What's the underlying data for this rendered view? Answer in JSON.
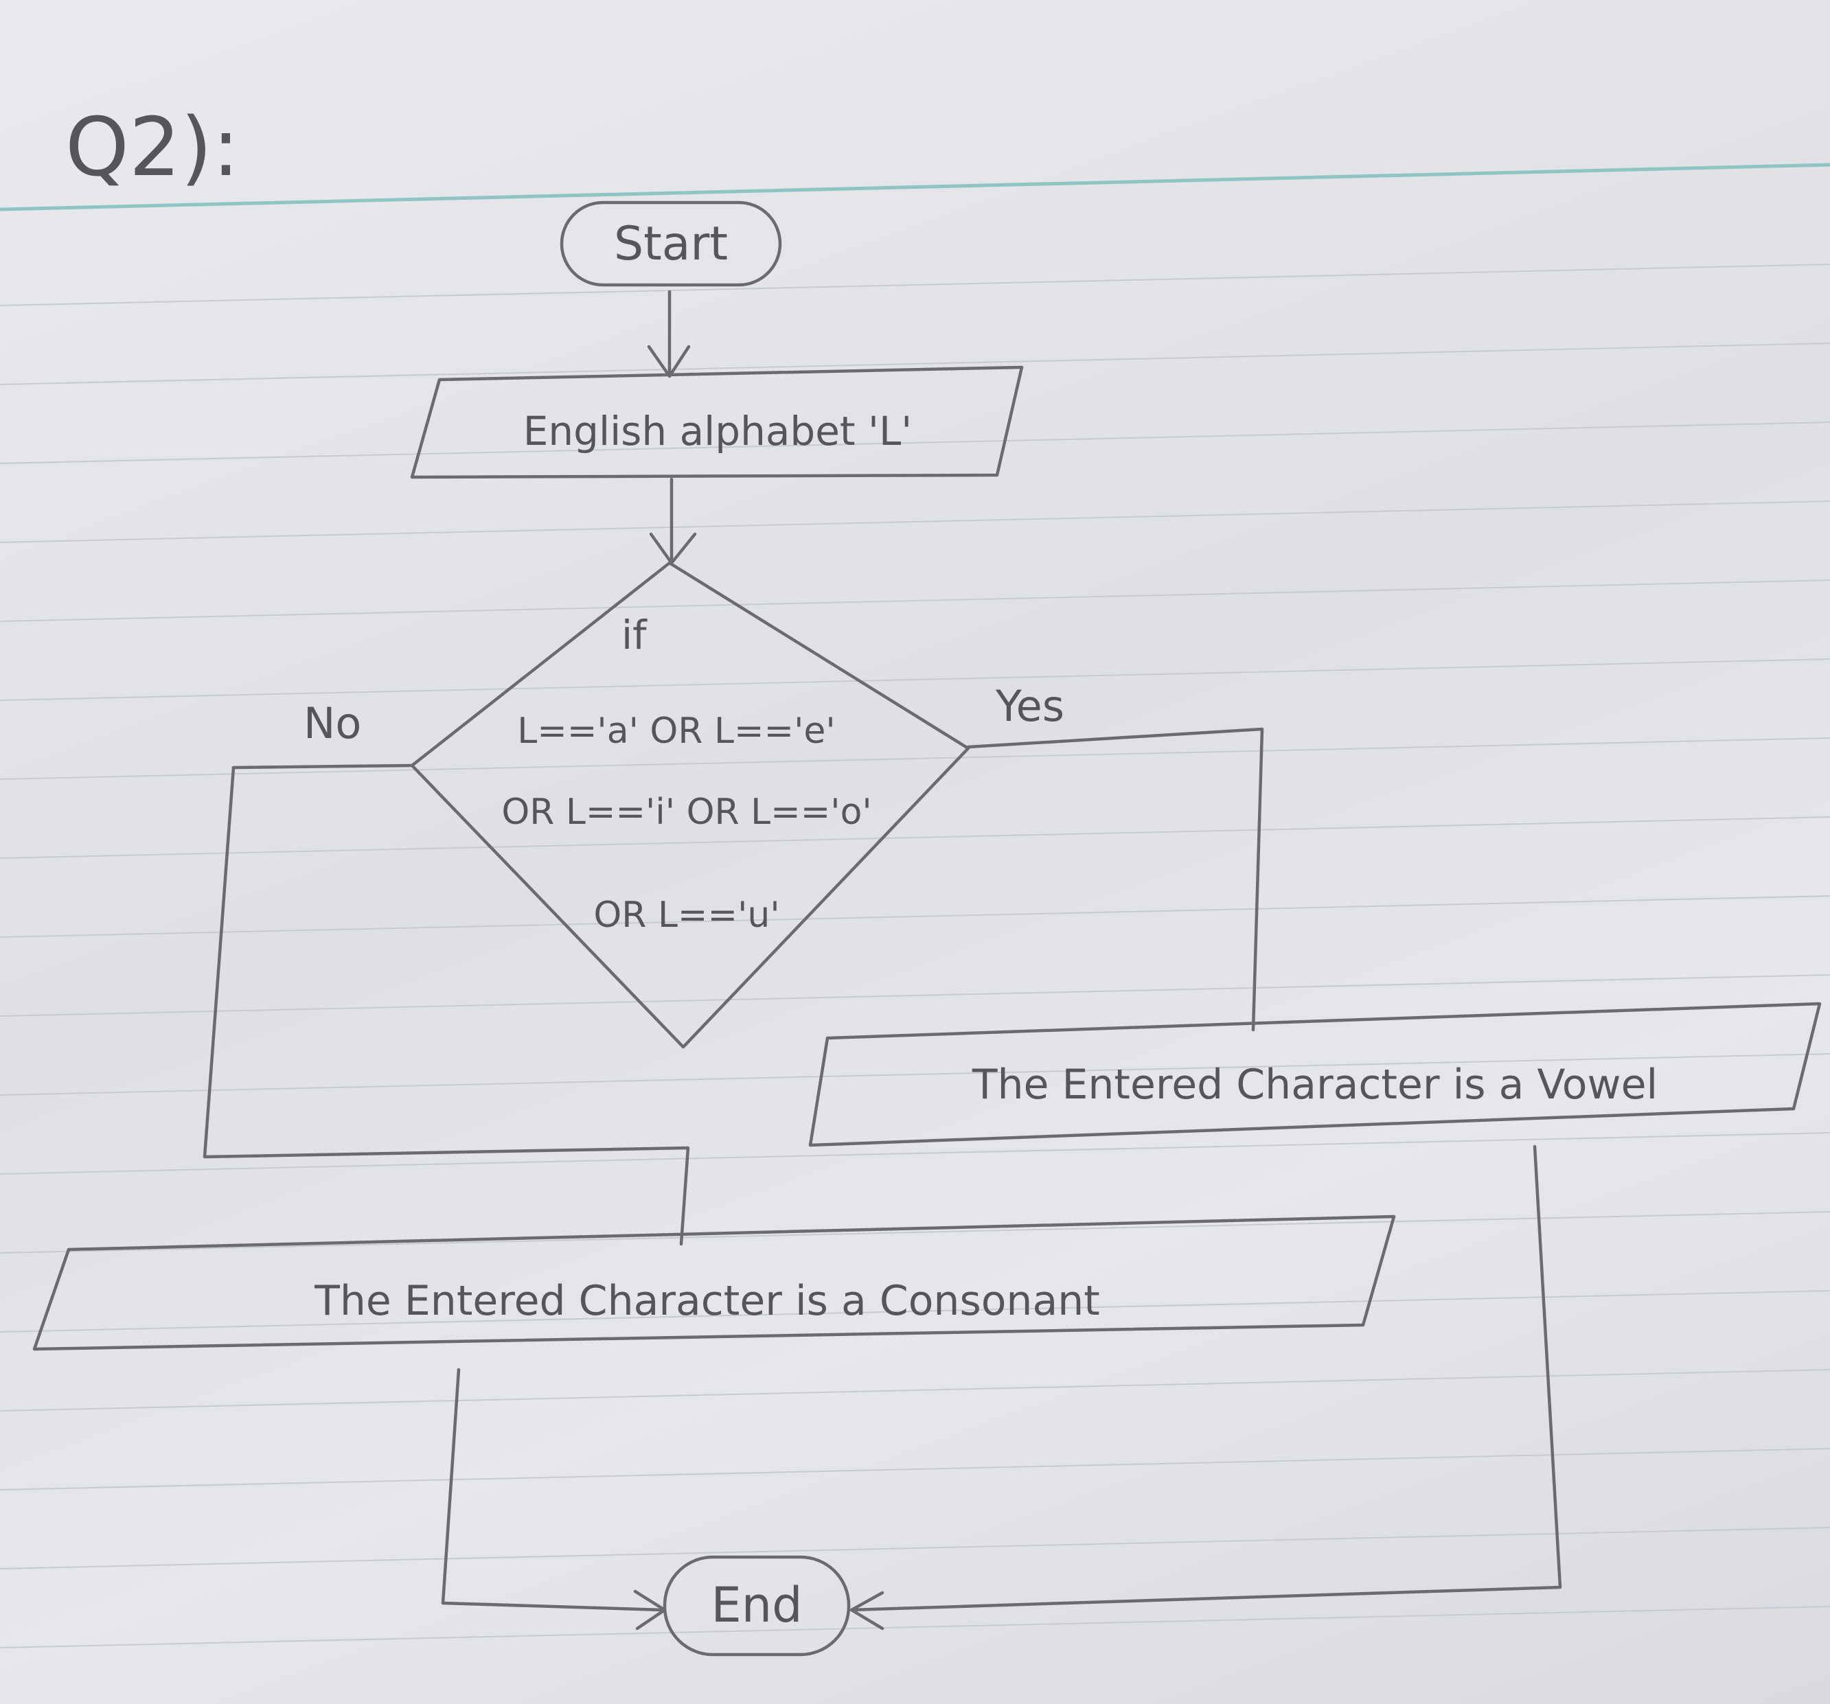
{
  "question_label": "Q2):",
  "nodes": {
    "start": "Start",
    "input": "English alphabet 'L'",
    "decision_if": "if",
    "decision_line1": "L=='a' OR L=='e'",
    "decision_line2": "OR L=='i' OR L=='o'",
    "decision_line3": "OR L=='u'",
    "vowel_output": "The Entered Character is a Vowel",
    "consonant_output": "The Entered Character is a Consonant",
    "end": "End"
  },
  "edges": {
    "no_label": "No",
    "yes_label": "Yes"
  }
}
